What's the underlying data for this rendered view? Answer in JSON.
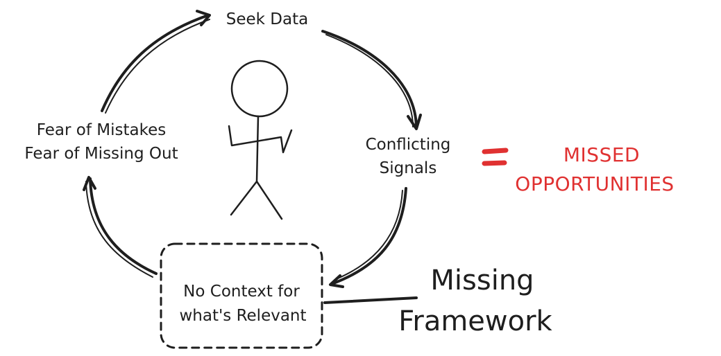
{
  "nodes": {
    "seek_data": "Seek Data",
    "conflicting_line1": "Conflicting",
    "conflicting_line2": "Signals",
    "fear_line1": "Fear of Mistakes",
    "fear_line2": "Fear of Missing Out",
    "context_line1": "No Context for",
    "context_line2": "what's Relevant"
  },
  "callout": {
    "framework_line1": "Missing",
    "framework_line2": "Framework"
  },
  "result": {
    "line1": "MISSED",
    "line2": "OPPORTUNITIES"
  },
  "colors": {
    "ink": "#1e1e1e",
    "accent_red": "#e03131"
  }
}
